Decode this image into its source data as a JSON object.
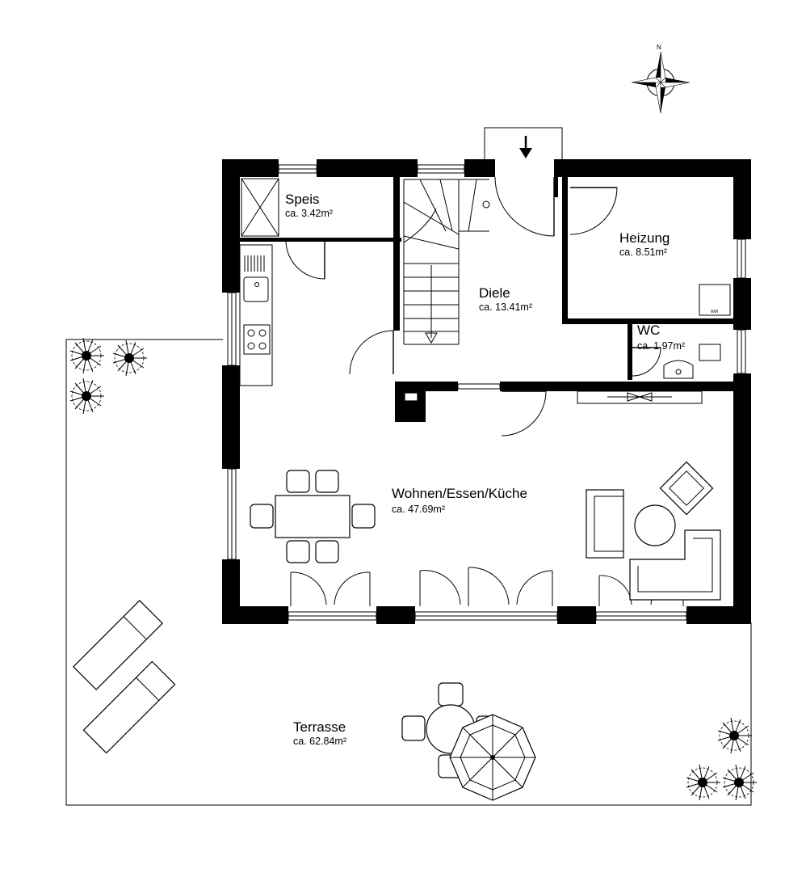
{
  "plan": {
    "rooms": [
      {
        "id": "speis",
        "name": "Speis",
        "area": "ca. 3.42m²"
      },
      {
        "id": "heizung",
        "name": "Heizung",
        "area": "ca. 8.51m²"
      },
      {
        "id": "diele",
        "name": "Diele",
        "area": "ca. 13.41m²"
      },
      {
        "id": "wc",
        "name": "WC",
        "area": "ca. 1.97m²"
      },
      {
        "id": "wohnen",
        "name": "Wohnen/Essen/Küche",
        "area": "ca. 47.69m²"
      },
      {
        "id": "terrasse",
        "name": "Terrasse",
        "area": "ca. 62.84m²"
      }
    ],
    "compass_label": "N",
    "washer_label": "WM"
  }
}
